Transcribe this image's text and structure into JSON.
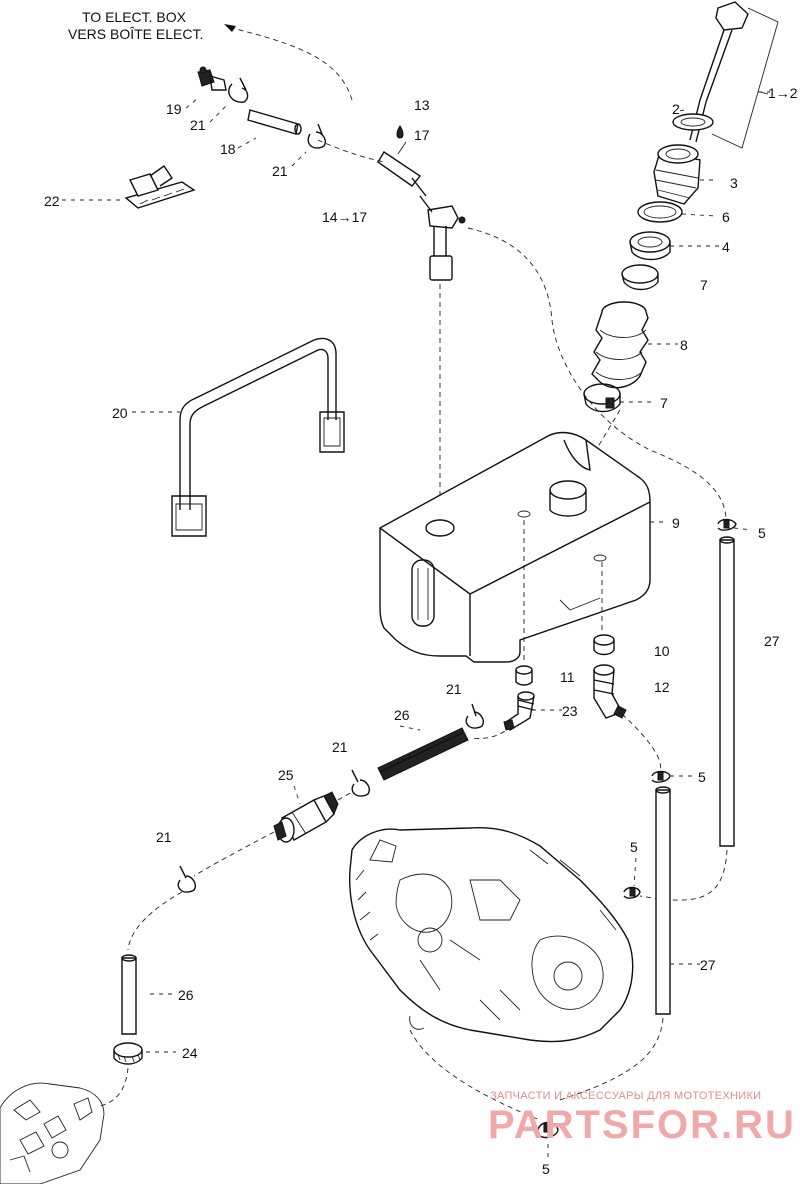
{
  "header": {
    "line1": "TO ELECT. BOX",
    "line2": "VERS BOÎTE ELECT."
  },
  "parts": {
    "p1to2": "1→2",
    "p2": "2",
    "p3": "3",
    "p4": "4",
    "p5_tank": "5",
    "p5_mid": "5",
    "p5_engine": "5",
    "p5_bottom": "5",
    "p6": "6",
    "p7_top": "7",
    "p7_low": "7",
    "p8": "8",
    "p9": "9",
    "p10": "10",
    "p11": "11",
    "p12": "12",
    "p13": "13",
    "p14to17": "14→17",
    "p17": "17",
    "p18": "18",
    "p19": "19",
    "p20": "20",
    "p21_a": "21",
    "p21_b": "21",
    "p21_c": "21",
    "p21_d": "21",
    "p21_e": "21",
    "p22": "22",
    "p23": "23",
    "p24": "24",
    "p25": "25",
    "p26_top": "26",
    "p26_bottom": "26",
    "p27_right": "27",
    "p27_engine": "27"
  },
  "watermark": {
    "tagline": "ЗАПЧАСТИ И АКСЕССУАРЫ ДЛЯ МОТОТЕХНИКИ",
    "brand": "PARTSFOR.RU",
    "color": "#e88a8a"
  }
}
